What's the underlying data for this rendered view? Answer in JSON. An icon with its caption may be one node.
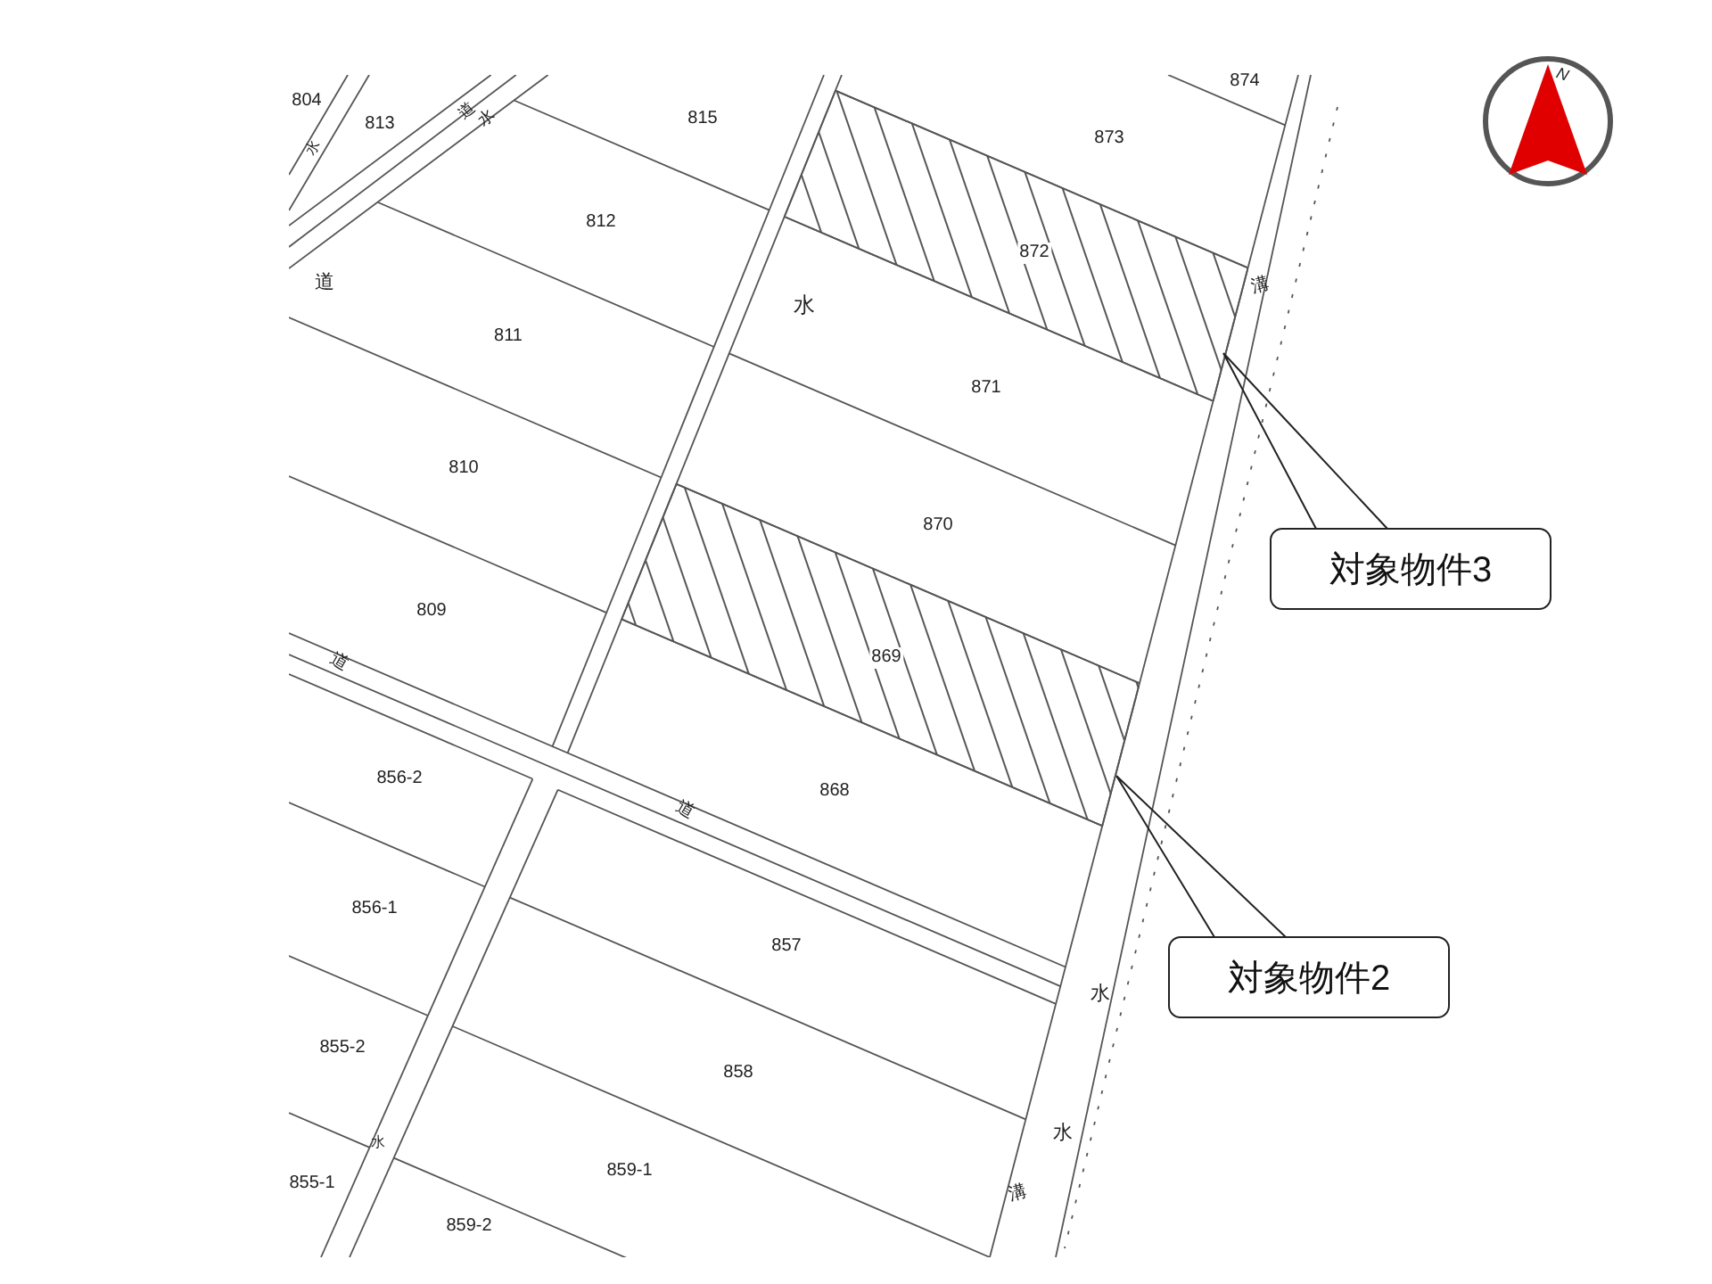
{
  "diagram": {
    "nodes": [
      {
        "text": [
          "対象物件3"
        ]
      },
      {
        "text": [
          "872"
        ]
      },
      {
        "text": [
          "対象物件2"
        ]
      },
      {
        "text": [
          "869"
        ]
      }
    ],
    "edges": [
      {
        "from": 0,
        "to": 1,
        "arrow": "none"
      },
      {
        "from": 2,
        "to": 3,
        "arrow": "none"
      }
    ],
    "labels": [
      "N",
      "874",
      "804",
      "道",
      "水",
      "815",
      "813",
      "873",
      "水",
      "812",
      "道",
      "溝",
      "水",
      "811",
      "871",
      "810",
      "870",
      "809",
      "道",
      "856-2",
      "868",
      "道",
      "856-1",
      "857",
      "水",
      "855-2",
      "858",
      "水",
      "水",
      "859-1",
      "855-1",
      "溝",
      "859-2"
    ]
  }
}
